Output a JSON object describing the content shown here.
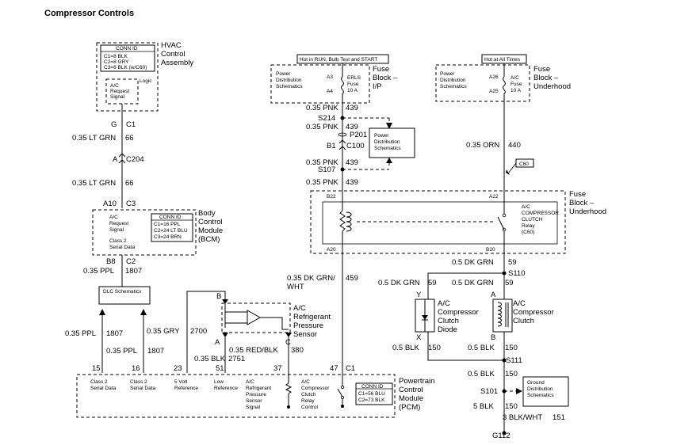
{
  "title": "Compressor Controls",
  "hvac": {
    "conn_id": "CONN ID",
    "c1": "C1=8 BLK",
    "c2": "C2=8 GRY",
    "c3": "C3=6 BLK (w/C60)",
    "logic": "Logic",
    "sig1": "A/C",
    "sig2": "Request",
    "sig3": "Signal",
    "name1": "HVAC",
    "name2": "Control",
    "name3": "Assembly"
  },
  "hvac_pins": {
    "pin": "G",
    "conn": "C1"
  },
  "w1": {
    "color": "0.35 LT GRN",
    "circuit": "66"
  },
  "c204": {
    "pin": "A",
    "conn": "C204"
  },
  "w2": {
    "color": "0.35 LT GRN",
    "circuit": "66"
  },
  "bcm_top": {
    "pin": "A10",
    "conn": "C3"
  },
  "bcm": {
    "l1": "A/C",
    "l2": "Request",
    "l3": "Signal",
    "l4": "Class 2",
    "l5": "Serial Data",
    "conn_id": "CONN ID",
    "c1": "C1=16 PPL",
    "c2": "C2=24 LT BLU",
    "c3": "C3=24 BRN",
    "name1": "Body",
    "name2": "Control",
    "name3": "Module",
    "name4": "(BCM)"
  },
  "bcm_bot": {
    "pin": "B8",
    "conn": "C2"
  },
  "w3": {
    "color": "0.35 PPL",
    "circuit": "1807"
  },
  "dlc": "DLC Schematics",
  "fuse_ip": {
    "hot": "Hot in RUN, Bulb Test and START",
    "pd1": "Power",
    "pd2": "Distribution",
    "pd3": "Schematics",
    "a3": "A3",
    "a4": "A4",
    "f1": "ERLS",
    "f2": "Fuse",
    "f3": "10 A",
    "n1": "Fuse",
    "n2": "Block –",
    "n3": "I/P"
  },
  "w439a": {
    "color": "0.35 PNK",
    "circuit": "439"
  },
  "s214": "S214",
  "w439b": {
    "color": "0.35 PNK",
    "circuit": "439"
  },
  "p201": "P201",
  "c100": {
    "pin": "B1",
    "conn": "C100"
  },
  "pd_mid": {
    "l1": "Power",
    "l2": "Distribution",
    "l3": "Schematics"
  },
  "w439c": {
    "color": "0.35 PNK",
    "circuit": "439"
  },
  "s107": "S107",
  "w439d": {
    "color": "0.35 PNK",
    "circuit": "439"
  },
  "fuse_uh": {
    "hot": "Hot at All Times",
    "pd1": "Power",
    "pd2": "Distribution",
    "pd3": "Schematics",
    "a26": "A26",
    "a25": "A25",
    "f1": "A/C",
    "f2": "Fuse",
    "f3": "10 A",
    "n1": "Fuse",
    "n2": "Block –",
    "n3": "Underhood"
  },
  "w440": {
    "color": "0.35 ORN",
    "circuit": "440"
  },
  "c60": "C60",
  "relay_block": {
    "b22": "B22",
    "a22": "A22",
    "a20": "A20",
    "b20": "B20",
    "r1": "A/C",
    "r2": "COMPRESSOR",
    "r3": "CLUTCH",
    "r4": "Relay",
    "r5": "(C60)",
    "n1": "Fuse",
    "n2": "Block –",
    "n3": "Underhood"
  },
  "w459": {
    "color1": "0.35 DK GRN/",
    "color2": "WHT",
    "circuit": "459"
  },
  "w59a": {
    "color": "0.5 DK GRN",
    "circuit": "59"
  },
  "s110": "S110",
  "w59b": {
    "color": "0.5 DK GRN",
    "circuit": "59"
  },
  "w59c": {
    "color": "0.5 DK GRN",
    "circuit": "59"
  },
  "diode": {
    "y": "Y",
    "x": "X",
    "l1": "A/C",
    "l2": "Compressor",
    "l3": "Clutch",
    "l4": "Diode"
  },
  "clutch": {
    "a": "A",
    "b": "B",
    "l1": "A/C",
    "l2": "Compressor",
    "l3": "Clutch"
  },
  "w150a": {
    "color": "0.5 BLK",
    "circuit": "150"
  },
  "w150b": {
    "color": "0.5 BLK",
    "circuit": "150"
  },
  "s111": "S111",
  "w150c": {
    "color": "0.5 BLK",
    "circuit": "150"
  },
  "s101": "S101",
  "gd": {
    "l1": "Ground",
    "l2": "Distribution",
    "l3": "Schematics"
  },
  "w150d": {
    "color": "5 BLK",
    "circuit": "150"
  },
  "w151": {
    "color": "3 BLK/WHT",
    "circuit": "151"
  },
  "g112": "G112",
  "sensor": {
    "b": "B",
    "a": "A",
    "c": "C",
    "l1": "A/C",
    "l2": "Refrigerant",
    "l3": "Pressure",
    "l4": "Sensor"
  },
  "w2700": {
    "color": "0.35 GRY",
    "circuit": "2700"
  },
  "w380": {
    "color": "0.35 RED/BLK",
    "circuit": "380"
  },
  "w2751": {
    "color": "0.35 BLK",
    "circuit": "2751"
  },
  "w1807a": {
    "color": "0.35 PPL",
    "circuit": "1807"
  },
  "w1807b": {
    "color": "0.35 PPL",
    "circuit": "1807"
  },
  "pcm_pins": {
    "p15": "15",
    "p16": "16",
    "p23": "23",
    "p51": "51",
    "p37": "37",
    "p47": "47",
    "c1": "C1"
  },
  "pcm": {
    "cs1a": "Class 2",
    "cs1b": "Serial Data",
    "cs2a": "Class 2",
    "cs2b": "Serial Data",
    "v5a": "5 Volt",
    "v5b": "Reference",
    "lra": "Low",
    "lrb": "Reference",
    "ps1": "A/C",
    "ps2": "Refrigerant",
    "ps3": "Pressure",
    "ps4": "Sensor",
    "ps5": "Signal",
    "rc1": "A/C",
    "rc2": "Compressor",
    "rc3": "Clutch",
    "rc4": "Relay",
    "rc5": "Control",
    "conn_id": "CONN ID",
    "c1": "C1=56 BLU",
    "c2": "C2=73 BLK",
    "n1": "Powertrain",
    "n2": "Control",
    "n3": "Module",
    "n4": "(PCM)"
  }
}
